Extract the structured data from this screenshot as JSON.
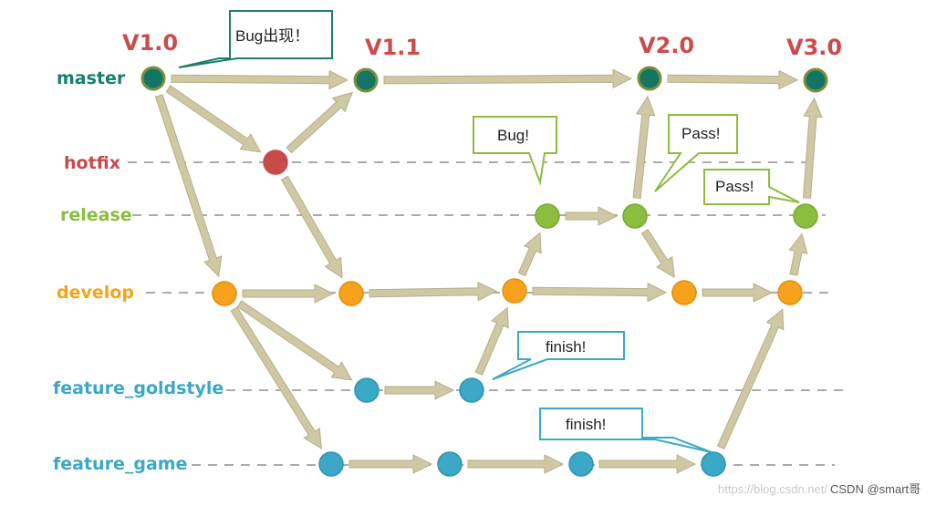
{
  "lanes": [
    {
      "id": "master",
      "label": "master",
      "color": "#16806e"
    },
    {
      "id": "hotfix",
      "label": "hotfix",
      "color": "#c94a4a"
    },
    {
      "id": "release",
      "label": "release",
      "color": "#8bbd3f"
    },
    {
      "id": "develop",
      "label": "develop",
      "color": "#f5a31a"
    },
    {
      "id": "feature_goldstyle",
      "label": "feature_goldstyle",
      "color": "#3aa8c6"
    },
    {
      "id": "feature_game",
      "label": "feature_game",
      "color": "#3aa8c6"
    }
  ],
  "versions": [
    "V1.0",
    "V1.1",
    "V2.0",
    "V3.0"
  ],
  "callouts": [
    "Bug出现！",
    "Bug!",
    "Pass!",
    "Pass!",
    "finish!",
    "finish!"
  ],
  "colors": {
    "arrow": "#cfc8a4",
    "arrow_edge": "#b6ae88",
    "dash": "#aaaaaa",
    "master_node": "#137563",
    "master_ring": "#7a8f3a",
    "hotfix_node": "#c94a4a",
    "release_node": "#8bbd3f",
    "develop_node": "#f7a21c",
    "feature_node": "#3aa8c6"
  },
  "watermark": {
    "url": "https://blog.csdn.net/",
    "credit": "CSDN @smart哥"
  }
}
